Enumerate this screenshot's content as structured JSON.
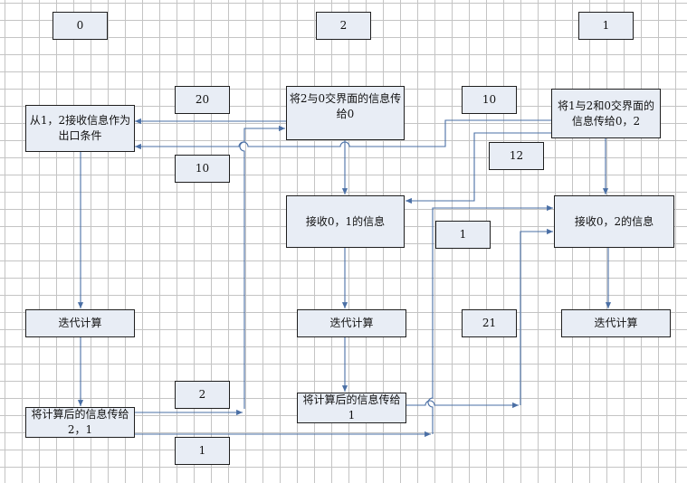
{
  "colors": {
    "box_fill": "#e8edf5",
    "box_border": "#1f1f1f",
    "connector": "#4a6fa5",
    "grid": "#c4c4c4"
  },
  "labels": {
    "proc0": "0",
    "proc2": "2",
    "proc1": "1",
    "tag20": "20",
    "tag10_right": "10",
    "tag10_left": "10",
    "tag12": "12",
    "tag1_mid": "1",
    "tag21": "21",
    "tag2_bottom": "2",
    "tag1_bottom": "1"
  },
  "nodes": {
    "recv_left": "从1，2接收信息作为出口条件",
    "send_2_to_0": "将2与0交界面的信息传给0",
    "send_1_2_0": "将1与2和0交界面的信息传给0，2",
    "recv_0_1": "接收0，1的信息",
    "recv_0_2": "接收0，2的信息",
    "iterate_left": "迭代计算",
    "iterate_mid": "迭代计算",
    "iterate_right": "迭代计算",
    "send_left": "将计算后的信息传给2，1",
    "send_mid": "将计算后的信息传给1"
  }
}
